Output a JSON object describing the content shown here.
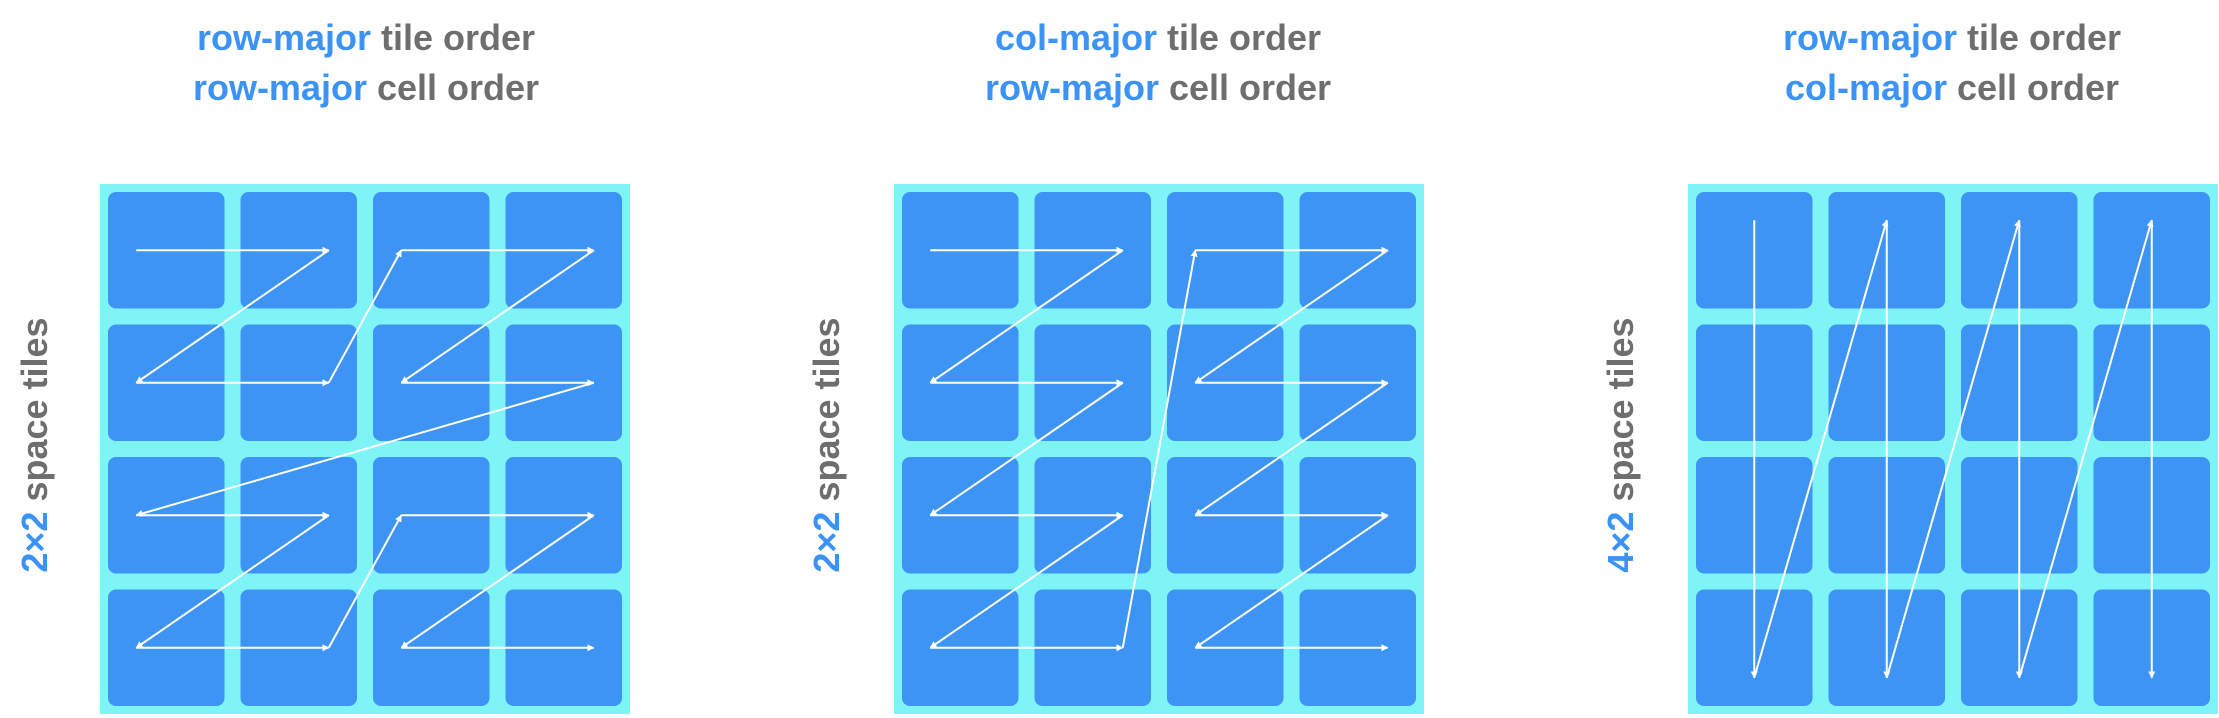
{
  "colors": {
    "accent": "#3b93f5",
    "text_gray": "#6e6e6e",
    "cell_blue": "#3d94f5",
    "tile_cyan": "#7ef4f6",
    "arrow": "#ffffff"
  },
  "panels": [
    {
      "title_line1_kw": "row-major",
      "title_line1_rest": " tile order",
      "title_line2_kw": "row-major",
      "title_line2_rest": " cell order",
      "side_kw": "2×2",
      "side_rest": " space tiles",
      "tile_grid": [
        2,
        2
      ],
      "tile_order": "row-major",
      "cell_order": "row-major"
    },
    {
      "title_line1_kw": "col-major",
      "title_line1_rest": " tile order",
      "title_line2_kw": "row-major",
      "title_line2_rest": " cell order",
      "side_kw": "2×2",
      "side_rest": " space tiles",
      "tile_grid": [
        2,
        2
      ],
      "tile_order": "col-major",
      "cell_order": "row-major"
    },
    {
      "title_line1_kw": "row-major",
      "title_line1_rest": " tile order",
      "title_line2_kw": "col-major",
      "title_line2_rest": " cell order",
      "side_kw": "4×2",
      "side_rest": " space tiles",
      "tile_grid": [
        1,
        4
      ],
      "tile_order": "row-major",
      "cell_order": "col-major"
    }
  ]
}
